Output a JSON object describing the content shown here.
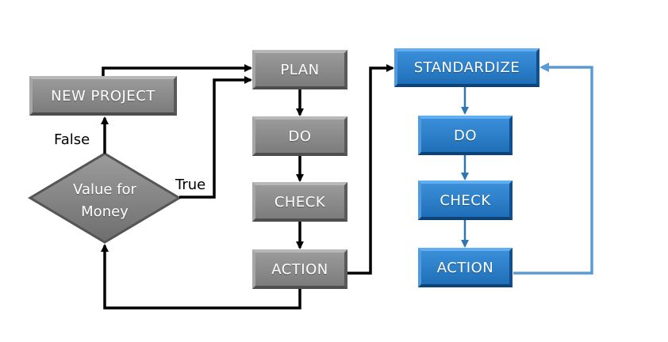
{
  "nodes": {
    "new_project": "NEW PROJECT",
    "plan": "PLAN",
    "do": "DO",
    "check": "CHECK",
    "action": "ACTION",
    "standardize": "STANDARDIZE",
    "do2": "DO",
    "check2": "CHECK",
    "action2": "ACTION"
  },
  "decision": {
    "line1": "Value for",
    "line2": "Money"
  },
  "edge_labels": {
    "false": "False",
    "true": "True"
  },
  "colors": {
    "gray_arrow": "#000000",
    "blue_arrow": "#5b9bd5",
    "dark_blue_arrow": "#2e75b6"
  }
}
